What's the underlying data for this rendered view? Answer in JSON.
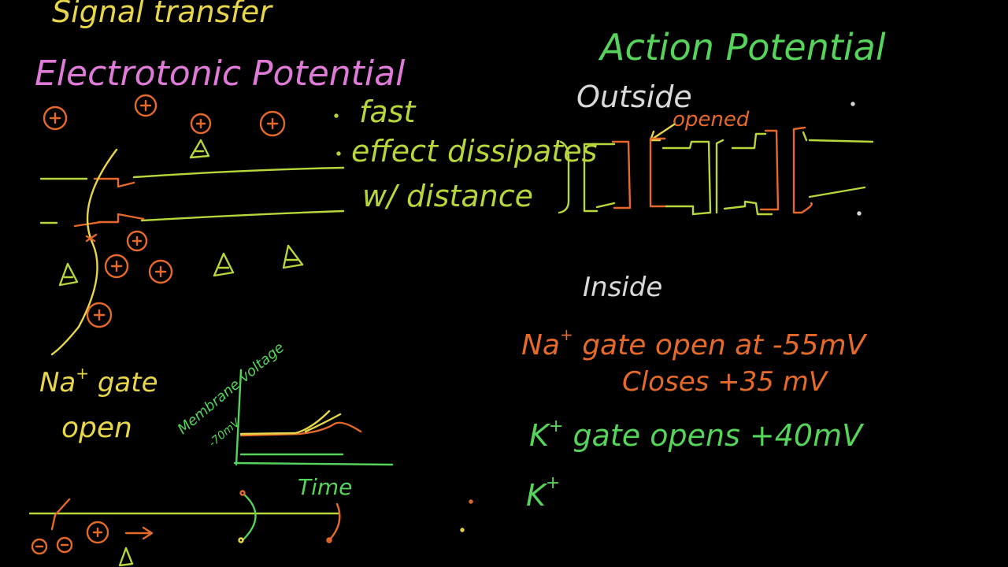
{
  "left": {
    "top_cut_text": "Signal transfer",
    "heading": "Electrotonic Potential",
    "notes": [
      "fast",
      "effect dissipates",
      "w/ distance"
    ],
    "gate_label_line1": "Na",
    "gate_label_sup": "+",
    "gate_label_line1_rest": " gate",
    "gate_label_line2": "open",
    "graph_ylabel": "Membrane voltage",
    "graph_ytick": "-70mV",
    "graph_xlabel": "Time"
  },
  "right": {
    "heading": "Action Potential",
    "outside_label": "Outside",
    "inside_label": "Inside",
    "opened_label": "opened",
    "na_line_ion": "Na",
    "na_line_sup": "+",
    "na_line_rest": " gate open at -55mV",
    "closes_line": "Closes +35 mV",
    "k_line_ion": "K",
    "k_line_sup": "+",
    "k_line_rest": " gate opens +40mV",
    "k_line2_ion": "K",
    "k_line2_sup": "+"
  },
  "colors": {
    "background": "#000000",
    "pink": "#e07ad8",
    "yellow": "#e8d64a",
    "green": "#56d35a",
    "lime": "#b7d63c",
    "orange": "#e56a2a",
    "white": "#d9d9d9"
  },
  "icons": {
    "positive_ion": "circled-plus-icon",
    "negative_ion": "triangle-minus-icon"
  }
}
